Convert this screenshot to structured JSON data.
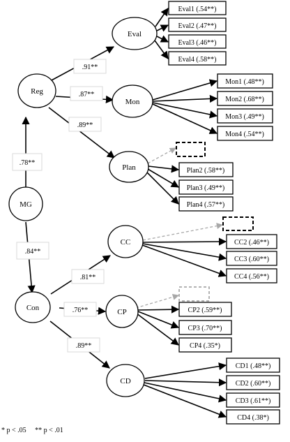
{
  "latent": {
    "mg": "MG",
    "reg": "Reg",
    "con": "Con",
    "eval": "Eval",
    "mon": "Mon",
    "plan": "Plan",
    "cc": "CC",
    "cp": "CP",
    "cd": "CD"
  },
  "coefficients": {
    "mg_reg": ".78**",
    "mg_con": ".84**",
    "reg_eval": ".91**",
    "reg_mon": ".87**",
    "reg_plan": ".89**",
    "con_cc": ".81**",
    "con_cp": ".76**",
    "con_cd": ".89**"
  },
  "indicators": {
    "eval": [
      "Eval1 (.54**)",
      "Eval2 (.47**)",
      "Eval3 (.46**)",
      "Eval4 (.58**)"
    ],
    "mon": [
      "Mon1 (.48**)",
      "Mon2 (.68**)",
      "Mon3 (.49**)",
      "Mon4 (.54**)"
    ],
    "plan": [
      "Plan2 (.58**)",
      "Plan3 (.49**)",
      "Plan4 (.57**)"
    ],
    "cc": [
      "CC2 (.46**)",
      "CC3 (.60**)",
      "CC4 (.56**)"
    ],
    "cp": [
      "CP2 (.59**)",
      "CP3 (.70**)",
      "CP4 (.35*)"
    ],
    "cd": [
      "CD1 (.48**)",
      "CD2 (.60**)",
      "CD3 (.61**)",
      "CD4 (.38*)"
    ]
  },
  "footnote": "* p < .05     ** p < .01"
}
